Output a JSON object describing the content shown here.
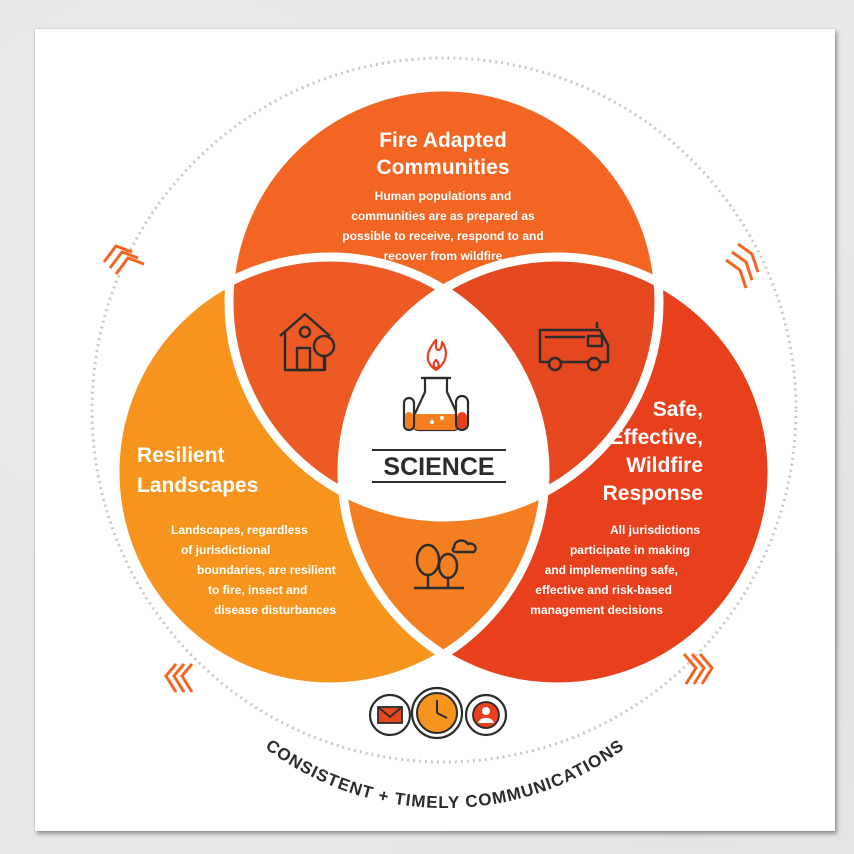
{
  "fire_adapted": {
    "title_1": "Fire Adapted",
    "title_2": "Communities",
    "desc_1": "Human populations and",
    "desc_2": "communities are as prepared as",
    "desc_3": "possible to receive, respond to and",
    "desc_4": "recover from wildfire"
  },
  "resilient": {
    "title_1": "Resilient",
    "title_2": "Landscapes",
    "desc_1": "Landscapes, regardless",
    "desc_2": "of jurisdictional",
    "desc_3": "boundaries, are resilient",
    "desc_4": "to fire, insect and",
    "desc_5": "disease disturbances"
  },
  "response": {
    "title_1": "Safe,",
    "title_2": "Effective,",
    "title_3": "Wildfire",
    "title_4": "Response",
    "desc_1": "All jurisdictions",
    "desc_2": "participate in making",
    "desc_3": "and implementing safe,",
    "desc_4": "effective and risk-based",
    "desc_5": "management decisions"
  },
  "center": {
    "label": "SCIENCE"
  },
  "bottom": {
    "label": "CONSISTENT + TIMELY COMMUNICATIONS"
  },
  "colors": {
    "top_circle": "#f26522",
    "left_circle": "#f7941d",
    "right_circle": "#e8401c",
    "overlap_top_left": "#ee5a24",
    "overlap_top_right": "#e5481f",
    "overlap_bottom": "#f47f20",
    "ring": "#c9c9c9",
    "icon_dark": "#2b2b2b"
  }
}
